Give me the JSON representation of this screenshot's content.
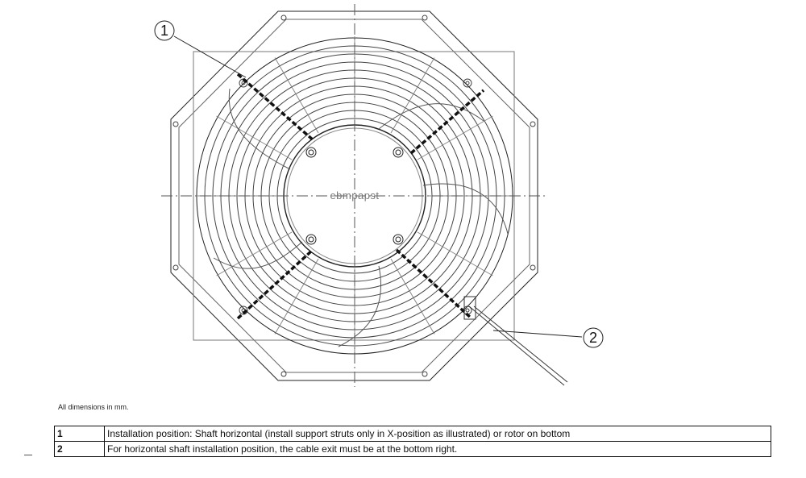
{
  "drawing": {
    "brand_label": "ebmpapst",
    "callouts": [
      {
        "number": "1"
      },
      {
        "number": "2"
      }
    ]
  },
  "note": "All dimensions in mm.",
  "legend": {
    "rows": [
      {
        "number": "1",
        "text": "Installation position: Shaft horizontal (install support struts only in X-position as illustrated) or rotor on bottom"
      },
      {
        "number": "2",
        "text": "For horizontal shaft installation position, the cable exit must be at the bottom right."
      }
    ]
  }
}
